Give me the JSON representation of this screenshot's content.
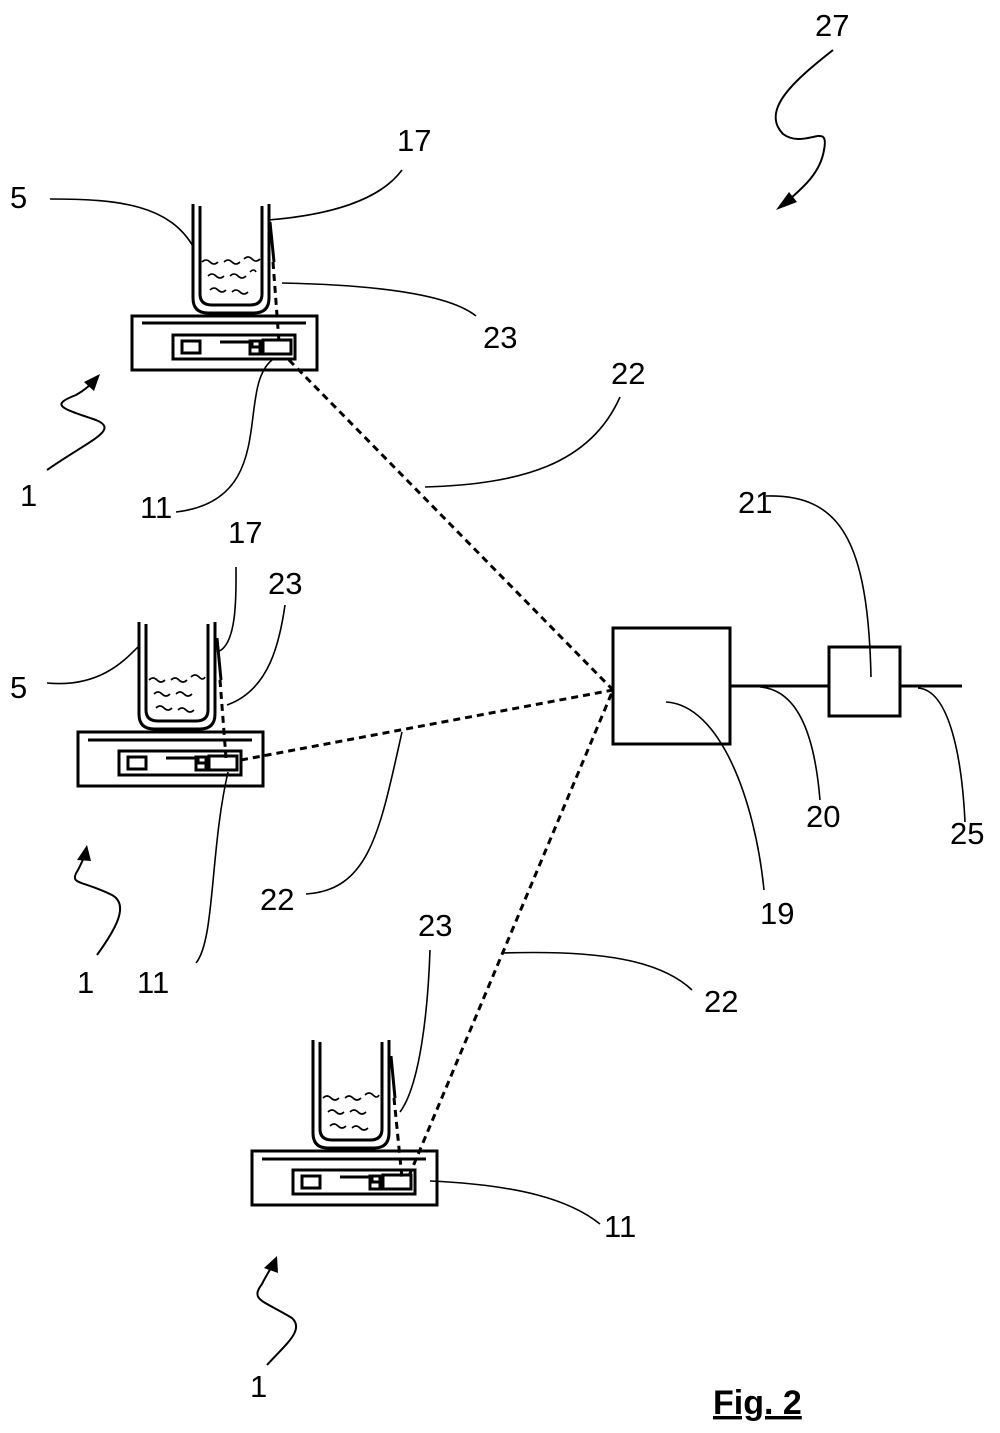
{
  "figure": {
    "caption": "Fig. 2",
    "labels": {
      "system": "27",
      "device": "1",
      "vessel": "5",
      "module": "11",
      "sensor": "17",
      "connection": "23",
      "link": "22",
      "hub": "19",
      "line": "20",
      "interface": "21",
      "output": "25"
    }
  }
}
